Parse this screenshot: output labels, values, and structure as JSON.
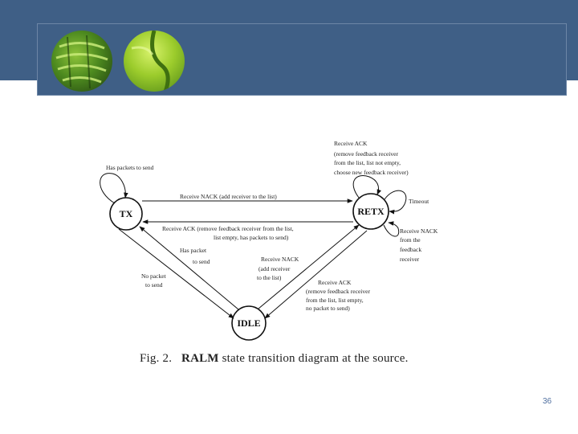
{
  "slide": {
    "page_number": "36",
    "band_color": "#3f5f86",
    "accent_color": "#4f6f9f"
  },
  "header": {
    "images": [
      "fern-leaf-image",
      "green-leaf-image"
    ]
  },
  "diagram": {
    "states": {
      "tx": "TX",
      "retx": "RETX",
      "idle": "IDLE"
    },
    "labels": {
      "has_packets": "Has packets to send",
      "receive_ack_retx": [
        "Receive ACK",
        "(remove feedback receiver",
        "from the list, list not empty,",
        "choose new feedback receiver)"
      ],
      "timeout": "Timeout",
      "nack_tx_retx": "Receive NACK (add receiver to the list)",
      "ack_retx_tx": [
        "Receive ACK (remove feedback receiver from the list,",
        "list empty, has packets to send)"
      ],
      "nack_retx_self": [
        "Receive NACK",
        "from the",
        "feedback",
        "receiver"
      ],
      "has_packet_idle_tx": [
        "Has packet",
        "to send"
      ],
      "nack_idle_retx": [
        "Receive NACK",
        "(add receiver",
        "to the list)"
      ],
      "no_packet": [
        "No packet",
        "to send"
      ],
      "ack_retx_idle": [
        "Receive ACK",
        "(remove feedback receiver",
        "from the list, list empty,",
        "no packet to send)"
      ]
    },
    "caption": {
      "prefix": "Fig. 2.",
      "bold": "RALM",
      "rest": "state transition diagram at the source."
    }
  }
}
